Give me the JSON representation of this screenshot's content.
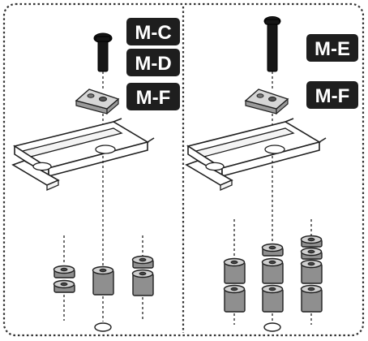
{
  "diagram": {
    "panels": [
      {
        "id": "left",
        "labels": [
          "M-C",
          "M-D",
          "M-F"
        ],
        "parts": [
          "screw-short",
          "mounting-plate",
          "din-rail",
          "spacer-stacks"
        ]
      },
      {
        "id": "right",
        "labels": [
          "M-E",
          "M-F"
        ],
        "parts": [
          "screw-long",
          "mounting-plate",
          "din-rail",
          "spacer-stacks"
        ]
      }
    ],
    "colors": {
      "label_background": "#1e1e1e",
      "label_text": "#ffffff",
      "line": "#1f1f1f",
      "spacer_fill": "#8f8f8f"
    },
    "icons": [
      "screw-icon",
      "mounting-plate-icon",
      "din-rail-icon",
      "spacer-icon",
      "washer-icon"
    ]
  }
}
